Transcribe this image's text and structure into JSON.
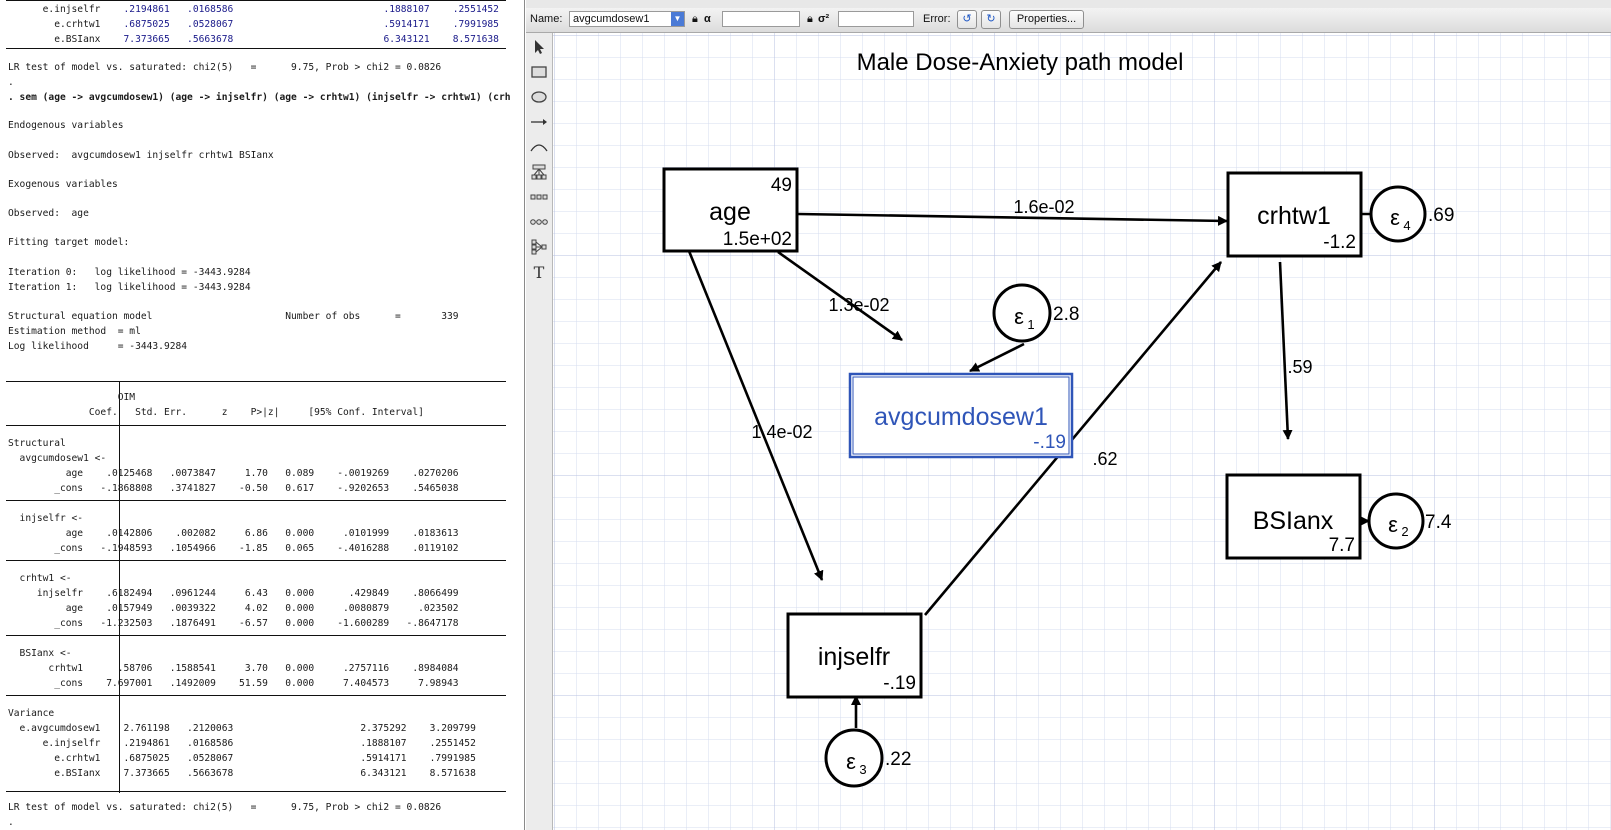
{
  "results": {
    "top_rows": [
      {
        "name": "e.injselfr",
        "coef": ".2194861",
        "se": ".0168586",
        "lo": ".1888107",
        "hi": ".2551452"
      },
      {
        "name": "e.crhtw1",
        "coef": ".6875025",
        "se": ".0528067",
        "lo": ".5914171",
        "hi": ".7991985"
      },
      {
        "name": "e.BSIanx",
        "coef": "7.373665",
        "se": ".5663678",
        "lo": "6.343121",
        "hi": "8.571638"
      }
    ],
    "lr_test_1": "LR test of model vs. saturated: chi2(5)   =      9.75, Prob > chi2 = 0.0826",
    "dot": ".",
    "command": ". sem (age -> avgcumdosew1) (age -> injselfr) (age -> crhtw1) (injselfr -> crhtw1) (crh",
    "endog_header": "Endogenous variables",
    "endog_observed": "Observed:  avgcumdosew1 injselfr crhtw1 BSIanx",
    "exog_header": "Exogenous variables",
    "exog_observed": "Observed:  age",
    "fitting": "Fitting target model:",
    "iter0": "Iteration 0:   log likelihood = -3443.9284",
    "iter1": "Iteration 1:   log likelihood = -3443.9284",
    "model_line": "Structural equation model                       Number of obs      =       339",
    "estim_line": "Estimation method  = ml",
    "loglik_line": "Log likelihood     = -3443.9284",
    "table_header_1": "                   OIM",
    "table_header_2": "              Coef.   Std. Err.      z    P>|z|     [95% Conf. Interval]",
    "structural_label": "Structural",
    "eq1_label": "  avgcumdosew1 <-",
    "eq1_rows": "          age    .0125468   .0073847     1.70   0.089    -.0019269    .0270206\n        _cons   -.1868808   .3741827    -0.50   0.617    -.9202653    .5465038",
    "eq2_label": "  injselfr <-",
    "eq2_rows": "          age    .0142806    .002082     6.86   0.000     .0101999    .0183613\n        _cons   -.1948593   .1054966    -1.85   0.065    -.4016288    .0119102",
    "eq3_label": "  crhtw1 <-",
    "eq3_rows": "     injselfr    .6182494   .0961244     6.43   0.000      .429849    .8066499\n          age    .0157949   .0039322     4.02   0.000     .0080879     .023502\n        _cons   -1.232503   .1876491    -6.57   0.000    -1.600289   -.8647178",
    "eq4_label": "  BSIanx <-",
    "eq4_rows": "       crhtw1      .58706   .1588541     3.70   0.000     .2757116    .8984084\n        _cons    7.697001   .1492009    51.59   0.000     7.404573     7.98943",
    "variance_label": "Variance",
    "var_rows": "  e.avgcumdosew1    2.761198   .2120063                      2.375292    3.209799\n      e.injselfr    .2194861   .0168586                      .1888107    .2551452\n        e.crhtw1    .6875025   .0528067                      .5914171    .7991985\n        e.BSIanx    7.373665   .5663678                      6.343121    8.571638",
    "lr_test_2": "LR test of model vs. saturated: chi2(5)   =      9.75, Prob > chi2 = 0.0826",
    "dot2": "."
  },
  "toolbar": {
    "name_label": "Name:",
    "name_value": "avgcumdosew1",
    "alpha_label": "α",
    "sigma_label": "σ²",
    "error_label": "Error:",
    "properties_label": "Properties..."
  },
  "diagram": {
    "title": "Male Dose-Anxiety path model",
    "nodes": {
      "age": {
        "name": "age",
        "intercept": "1.5e+02",
        "variance": "49"
      },
      "crhtw1": {
        "name": "crhtw1",
        "intercept": "-1.2"
      },
      "avgcumdosew1": {
        "name": "avgcumdosew1",
        "intercept": "-.19"
      },
      "injselfr": {
        "name": "injselfr",
        "intercept": "-.19"
      },
      "BSIanx": {
        "name": "BSIanx",
        "intercept": "7.7"
      }
    },
    "errors": {
      "e1": {
        "symbol": "ε",
        "index": "1",
        "variance": "2.8"
      },
      "e2": {
        "symbol": "ε",
        "index": "2",
        "variance": "7.4"
      },
      "e3": {
        "symbol": "ε",
        "index": "3",
        "variance": ".22"
      },
      "e4": {
        "symbol": "ε",
        "index": "4",
        "variance": ".69"
      }
    },
    "paths": {
      "age_crhtw1": "1.6e-02",
      "age_avgcum": "1.3e-02",
      "age_injselfr": "1.4e-02",
      "injselfr_crhtw1": ".62",
      "crhtw1_bsianx": ".59"
    },
    "colors": {
      "selected": "#2f55b8",
      "grid": "#c9d2ea"
    }
  }
}
